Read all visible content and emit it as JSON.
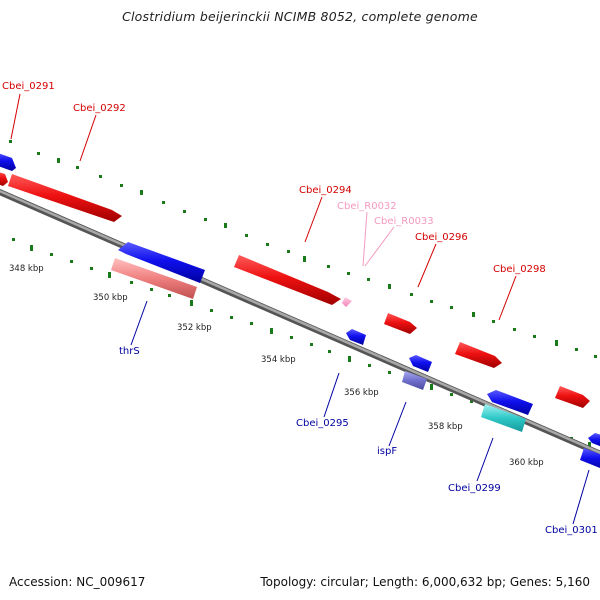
{
  "title": "Clostridium beijerinckii NCIMB 8052, complete genome",
  "footer": {
    "accession": "Accession: NC_009617",
    "summary": "Topology: circular; Length: 6,000,632 bp; Genes: 5,160"
  },
  "colors": {
    "forward_cds": "#e8121c",
    "reverse_cds": "#1414e0",
    "rrna": "#ff9fc8",
    "trna": "#f07f7f",
    "misc": "#7070cc",
    "cyan": "#2fc8c8",
    "backbone": "#7f7f7f",
    "gc_ticks": "#1a7a1a",
    "label_red": "#d40000",
    "label_pink": "#f49ac1",
    "label_blue": "#0000a0"
  },
  "scale_labels": [
    "348 kbp",
    "350 kbp",
    "352 kbp",
    "354 kbp",
    "356 kbp",
    "358 kbp",
    "360 kbp"
  ],
  "gene_labels": {
    "upper": [
      {
        "text": "Cbei_0291",
        "color": "red"
      },
      {
        "text": "Cbei_0292",
        "color": "red"
      },
      {
        "text": "Cbei_0294",
        "color": "red"
      },
      {
        "text": "Cbei_R0032",
        "color": "pink"
      },
      {
        "text": "Cbei_R0033",
        "color": "pink"
      },
      {
        "text": "Cbei_0296",
        "color": "red"
      },
      {
        "text": "Cbei_0298",
        "color": "red"
      }
    ],
    "lower": [
      {
        "text": "thrS",
        "color": "blue"
      },
      {
        "text": "Cbei_0295",
        "color": "blue"
      },
      {
        "text": "ispF",
        "color": "blue"
      },
      {
        "text": "Cbei_0299",
        "color": "blue"
      },
      {
        "text": "Cbei_0301",
        "color": "blue"
      }
    ]
  }
}
